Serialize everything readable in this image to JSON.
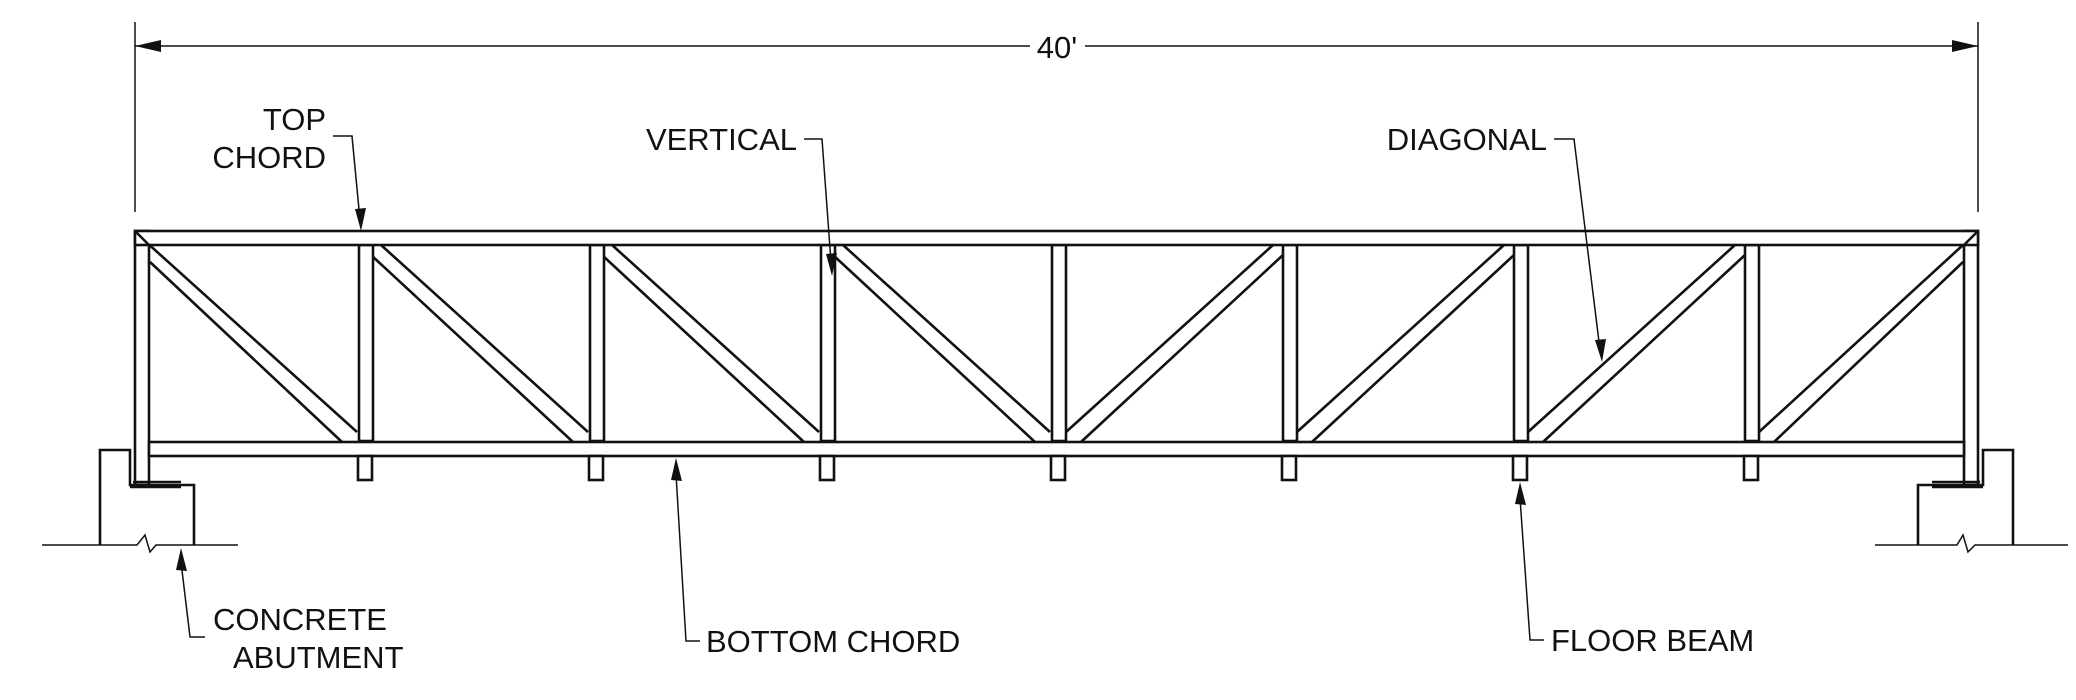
{
  "drawing": {
    "dimension": "40'",
    "labels": {
      "top_chord_line1": "TOP",
      "top_chord_line2": "CHORD",
      "vertical": "VERTICAL",
      "diagonal": "DIAGONAL",
      "concrete_line1": "CONCRETE",
      "concrete_line2": "ABUTMENT",
      "bottom_chord": "BOTTOM CHORD",
      "floor_beam": "FLOOR BEAM"
    }
  }
}
